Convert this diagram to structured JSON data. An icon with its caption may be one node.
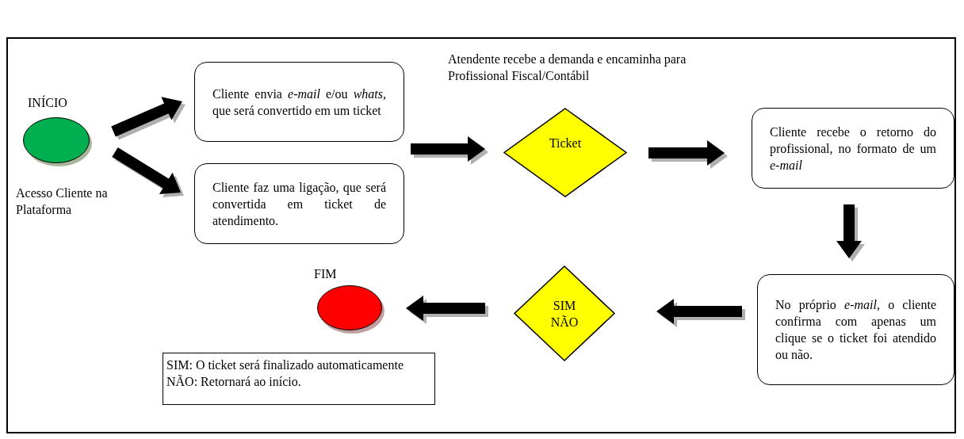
{
  "diagram": {
    "nodes": [
      {
        "text": [],
        "shape": "circle",
        "beside": [
          "INÍCIO",
          "Acesso Cliente na Plataforma"
        ]
      },
      {
        "text": [
          "Cliente envia *e-mail* e/ou *whats,* que será convertido em um ticket"
        ]
      },
      {
        "text": [
          "Cliente faz uma ligação, que será convertida em ticket de atendimento."
        ]
      },
      {
        "text": [
          "Ticket"
        ],
        "beside": [
          "Atendente recebe a demanda e encaminha para Profissional Fiscal/Contábil"
        ]
      },
      {
        "text": [
          "Cliente recebe o retorno do profissional, no formato de um *e-mail*"
        ]
      },
      {
        "text": [
          "No próprio *e-mail*, o cliente confirma com apenas um clique se o ticket foi atendido ou não."
        ]
      },
      {
        "text": [
          "SIM",
          "NÃO"
        ]
      },
      {
        "text": [],
        "shape": "circle",
        "beside": [
          "FIM"
        ]
      },
      {
        "text": [
          "SIM: O ticket será finalizado automaticamente",
          "NÃO: Retornará ao início."
        ]
      }
    ],
    "edges": [
      {
        "from": 0,
        "to": 1,
        "arrow": "to"
      },
      {
        "from": 0,
        "to": 2,
        "arrow": "to"
      },
      {
        "from": 1,
        "to": 3,
        "arrow": "to"
      },
      {
        "from": 2,
        "to": 3,
        "arrow": "to"
      },
      {
        "from": 3,
        "to": 4,
        "arrow": "to"
      },
      {
        "from": 4,
        "to": 5,
        "arrow": "to"
      },
      {
        "from": 5,
        "to": 6,
        "arrow": "to"
      },
      {
        "from": 6,
        "to": 7,
        "arrow": "to"
      }
    ]
  }
}
